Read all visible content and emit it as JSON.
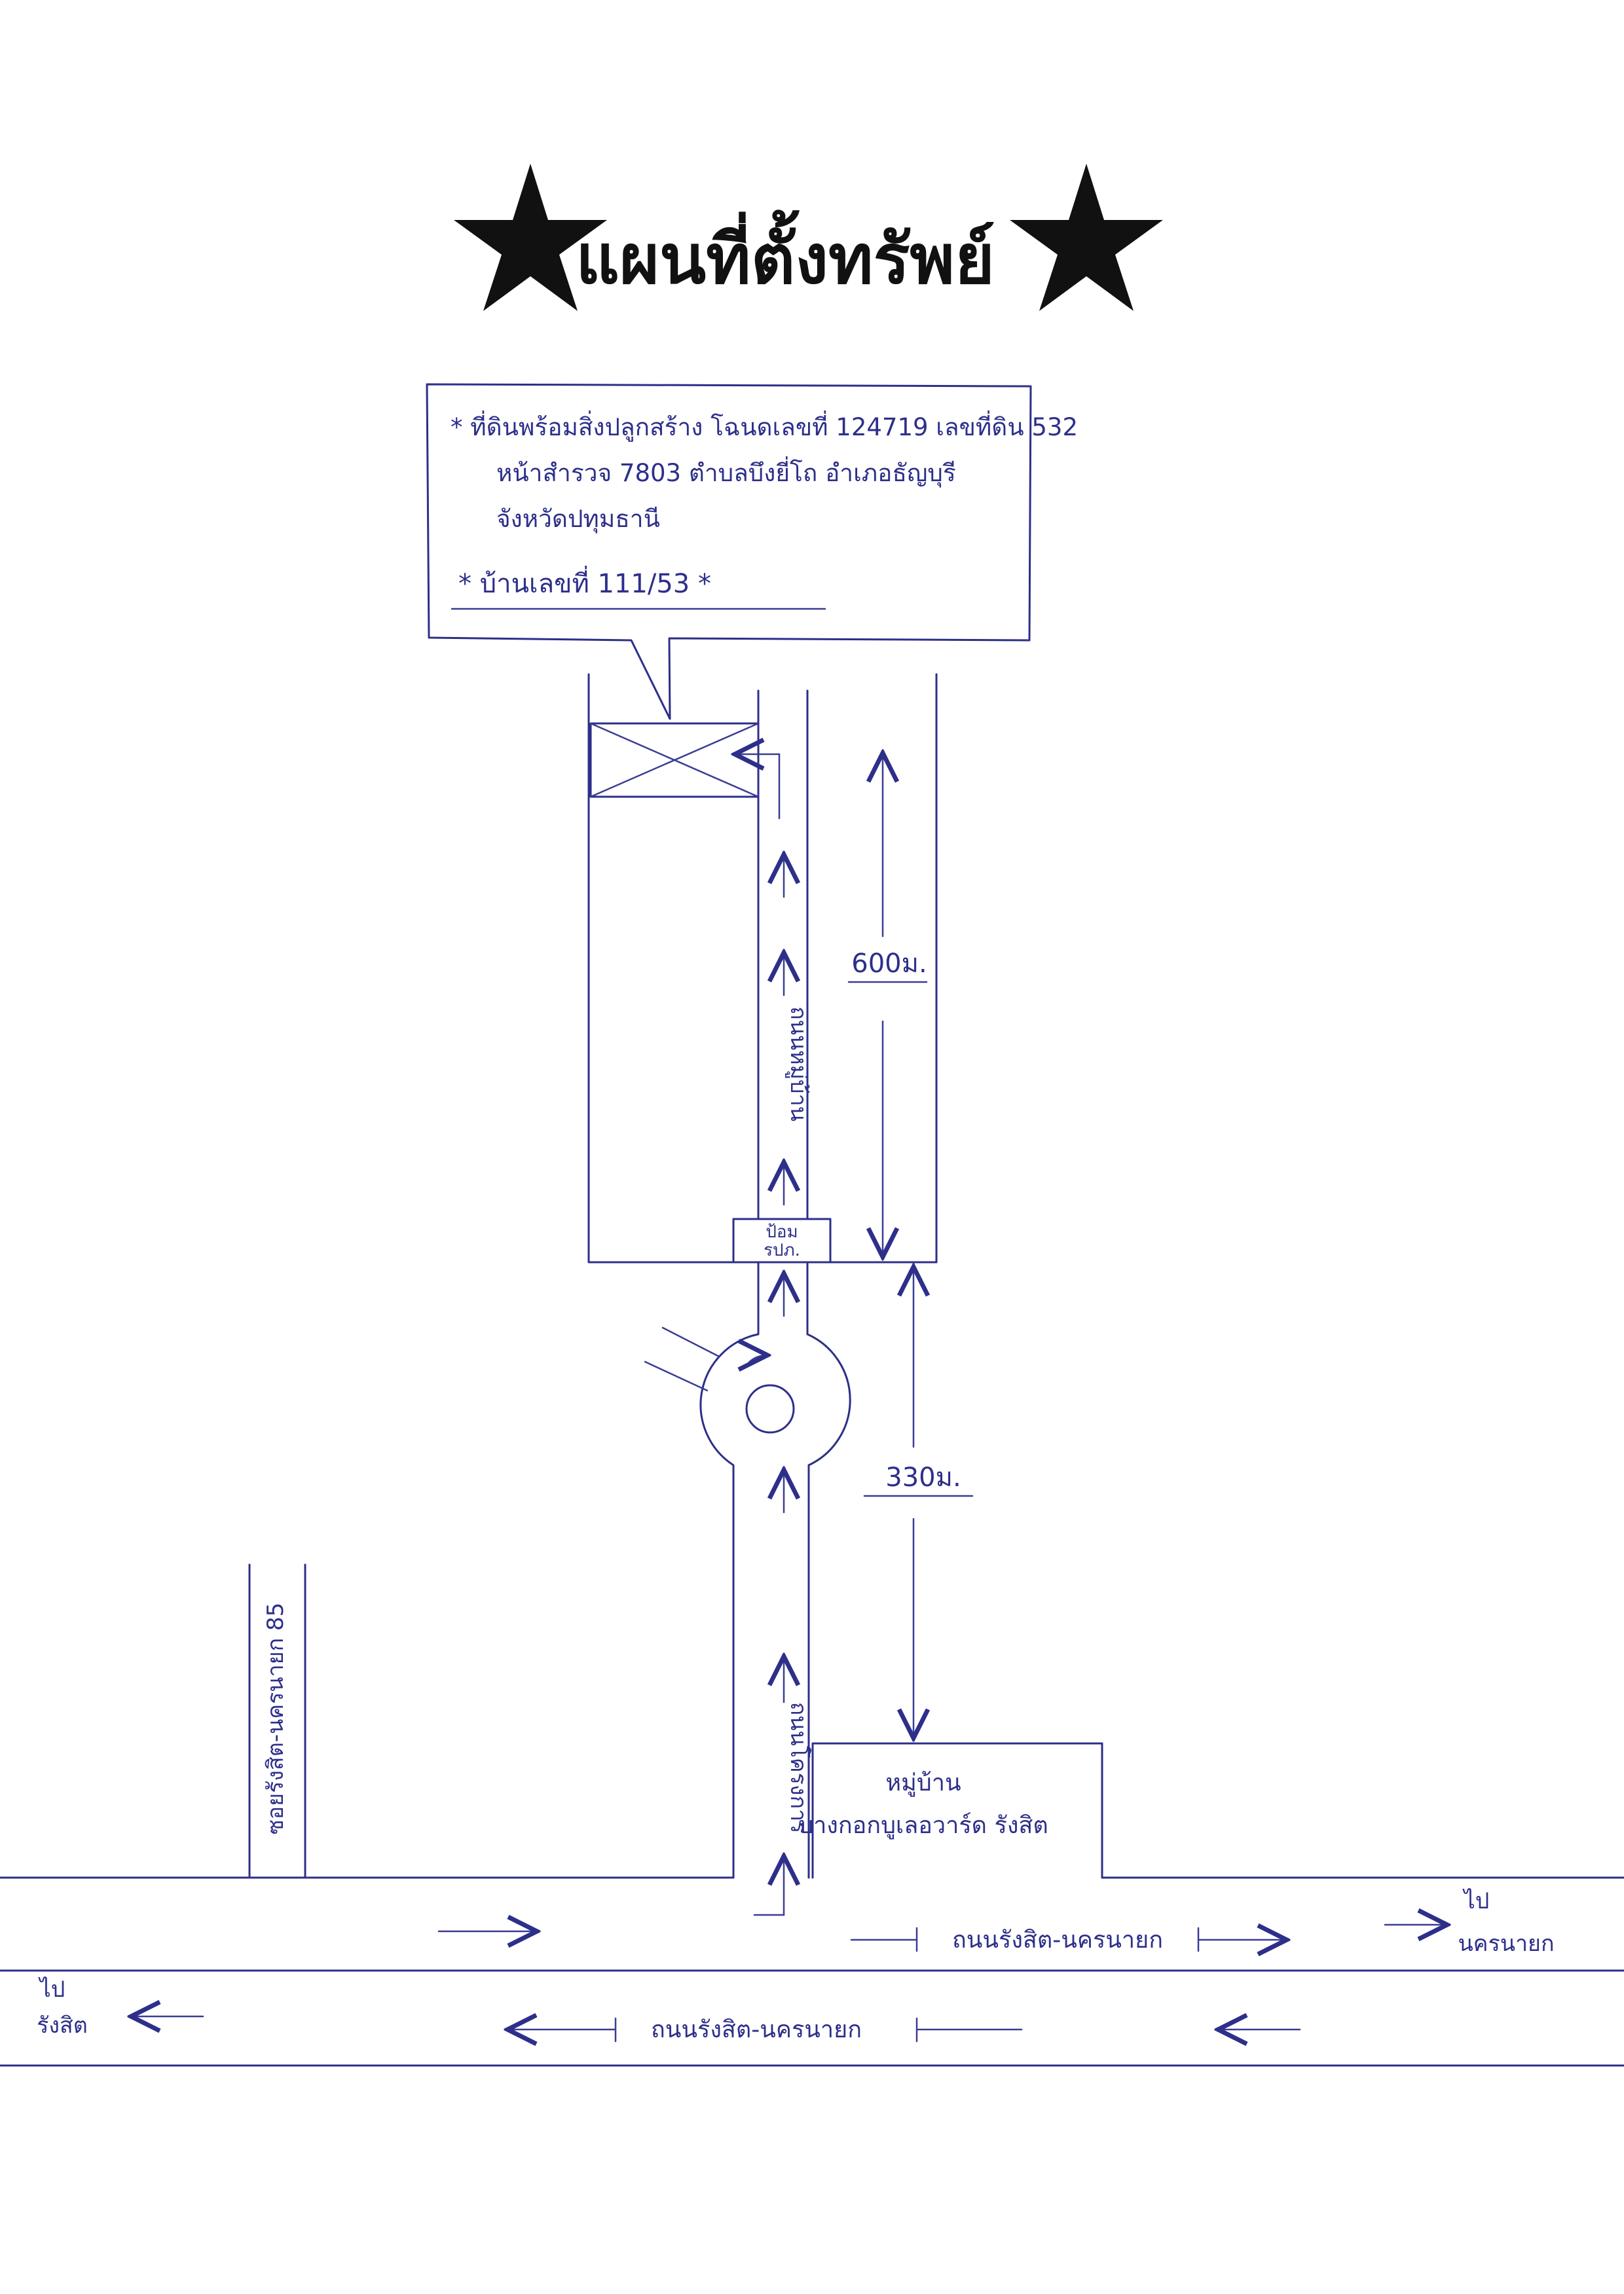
{
  "title": "แผนที่ตั้งทรัพย์",
  "icons": {
    "left": "star-icon",
    "right": "star-icon",
    "roundabout": "roundabout-circle-icon"
  },
  "colors": {
    "ink": "#2d2f8a",
    "title": "#111111"
  },
  "callout": {
    "line1": "* ที่ดินพร้อมสิ่งปลูกสร้าง โฉนดเลขที่ 124719 เลขที่ดิน 532",
    "line2": "หน้าสำรวจ 7803 ตำบลบึงยี่โถ อำเภอธัญบุรี",
    "line3": "จังหวัดปทุมธานี",
    "line4": "* บ้านเลขที่ 111/53 *"
  },
  "labels": {
    "soi_inner": "ถนนหมู่บ้าน",
    "soi_main": "ถนนโครงการ",
    "guardhouse_line1": "ป้อม",
    "guardhouse_line2": "รปภ.",
    "dist_upper": "600ม.",
    "dist_lower": "330ม.",
    "side_soi": "ซอยรังสิต-นครนายก 85",
    "village_line1": "หมู่บ้าน",
    "village_line2": "บางกอกบูเลอวาร์ด รังสิต",
    "road_upper": "ถนนรังสิต-นครนายก",
    "road_lower": "ถนนรังสิต-นครนายก",
    "to_right_line1": "ไป",
    "to_right_line2": "นครนายก",
    "to_left_line1": "ไป",
    "to_left_line2": "รังสิต"
  }
}
